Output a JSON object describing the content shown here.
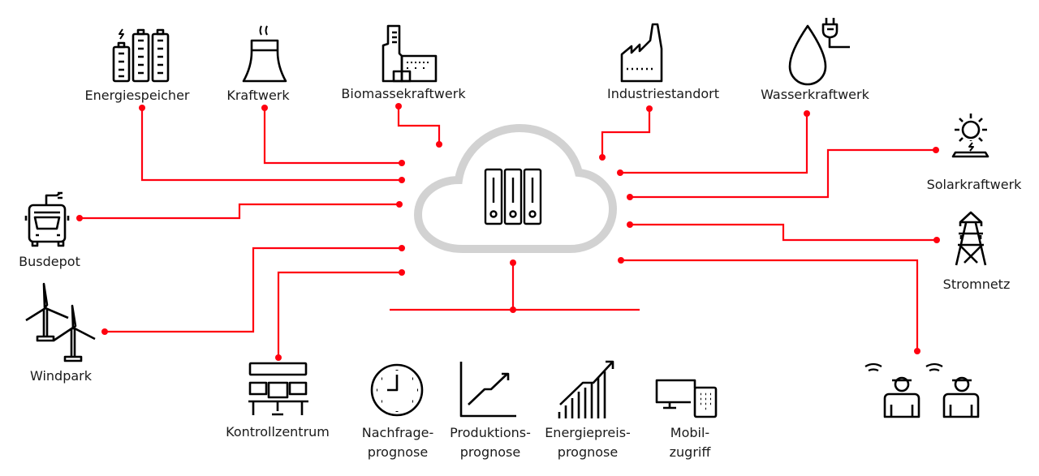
{
  "diagram": {
    "accent_color": "#ff000f",
    "cloud_color": "#d2d2d2",
    "icon_color": "#000000",
    "hub": {
      "label": "",
      "icon": "server-racks-icon"
    },
    "nodes": {
      "energiespeicher": {
        "label": "Energiespeicher",
        "icon": "battery-storage-icon"
      },
      "kraftwerk": {
        "label": "Kraftwerk",
        "icon": "cooling-tower-icon"
      },
      "biomasse": {
        "label": "Biomassekraftwerk",
        "icon": "biomass-plant-icon"
      },
      "industrie": {
        "label": "Industriestandort",
        "icon": "factory-icon"
      },
      "wasser": {
        "label": "Wasserkraftwerk",
        "icon": "water-drop-plug-icon"
      },
      "solar": {
        "label": "Solarkraftwerk",
        "icon": "sun-panel-icon"
      },
      "stromnetz": {
        "label": "Stromnetz",
        "icon": "power-pylon-icon"
      },
      "busdepot": {
        "label": "Busdepot",
        "icon": "electric-bus-icon"
      },
      "windpark": {
        "label": "Windpark",
        "icon": "wind-turbines-icon"
      },
      "kontroll": {
        "label": "Kontrollzentrum",
        "icon": "control-room-icon"
      },
      "nachfrage": {
        "label_line1": "Nachfrage-",
        "label_line2": "prognose",
        "icon": "clock-icon"
      },
      "produktion": {
        "label_line1": "Produktions-",
        "label_line2": "prognose",
        "icon": "line-chart-up-icon"
      },
      "energiepreis": {
        "label_line1": "Energiepreis-",
        "label_line2": "prognose",
        "icon": "bar-chart-up-icon"
      },
      "mobil": {
        "label_line1": "Mobil-",
        "label_line2": "zugriff",
        "icon": "monitor-mobile-icon"
      },
      "personal": {
        "label": "",
        "icon": "field-workers-wireless-icon"
      }
    }
  }
}
